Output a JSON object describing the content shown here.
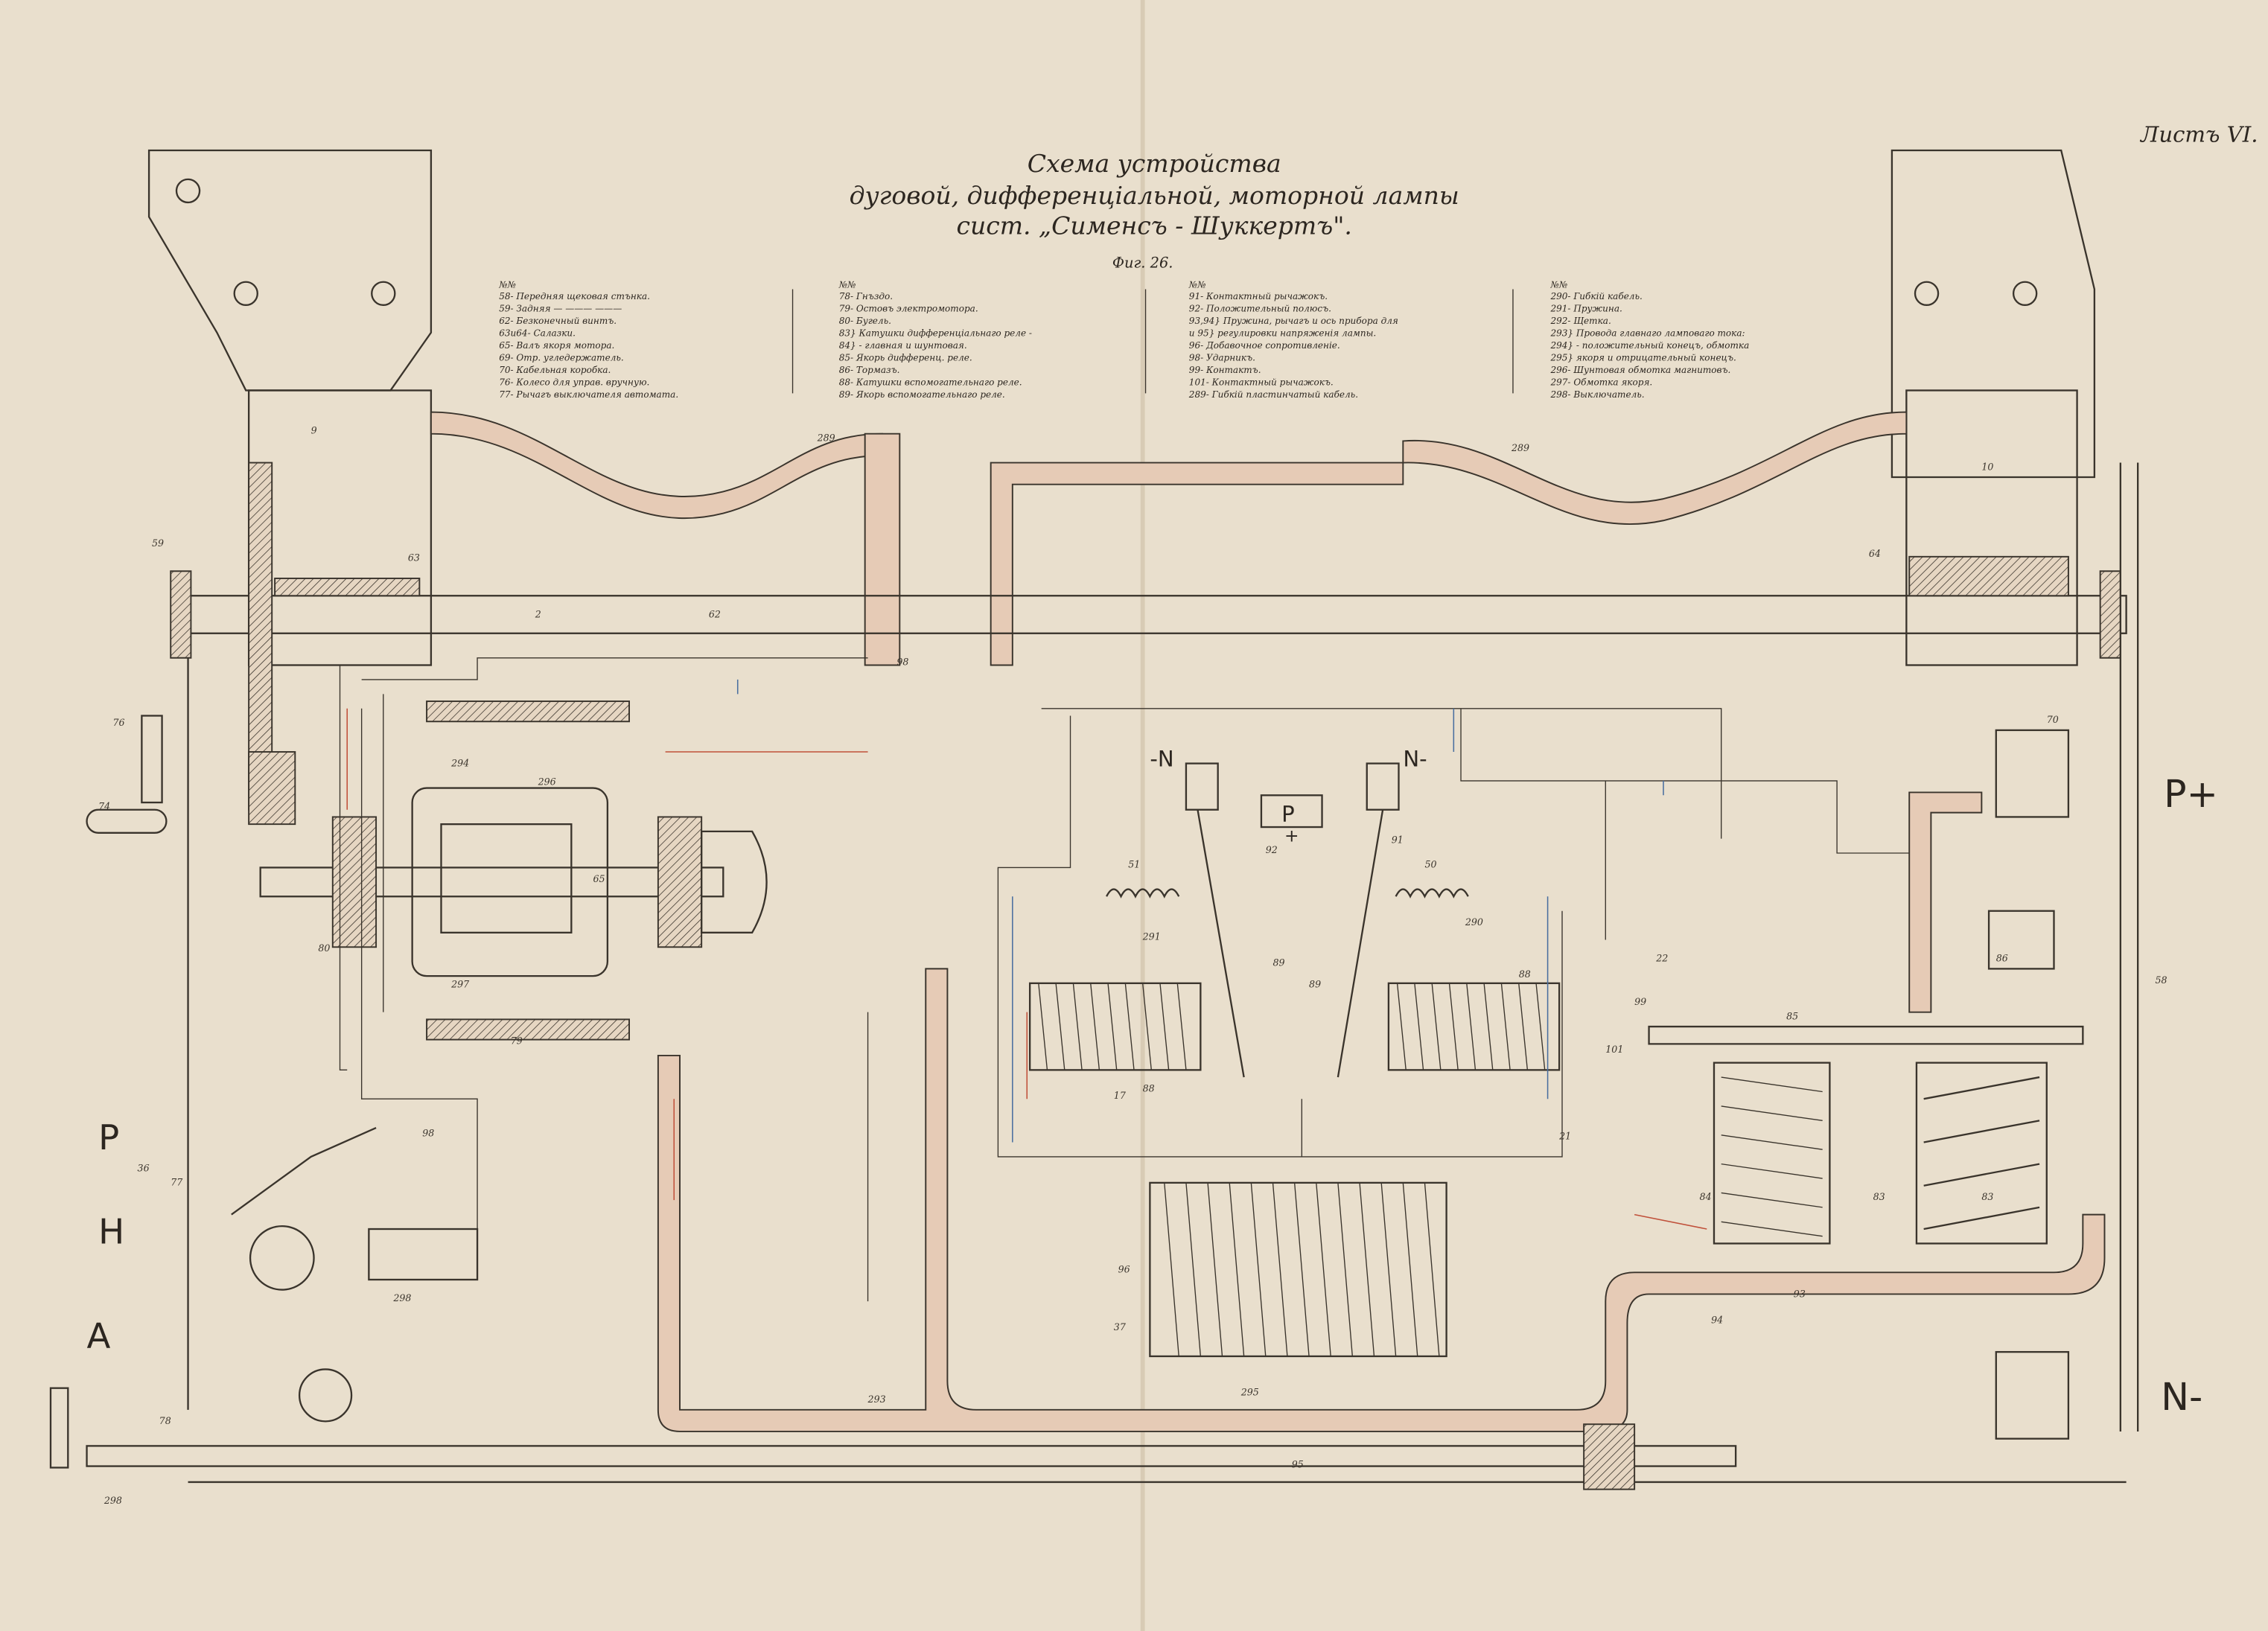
{
  "sheet_label": "Листъ VI.",
  "title": {
    "line1": "Схема устройства",
    "line2": "дуговой, дифференціальной, моторной лампы",
    "line3": "сист. „Сименсъ - Шуккертъ\".",
    "figure": "Фиг. 26."
  },
  "legend": {
    "header": "№№",
    "columns": [
      [
        "58- Передняя щековая стънка.",
        "59- Задняя — ——— ———",
        "62- Безконечный винтъ.",
        "63и64- Салазки.",
        "65- Валъ якоря мотора.",
        "69- Отр. угледержатель.",
        "70- Кабельная коробка.",
        "76- Колесо для управ. вручную.",
        "77- Рычагъ выключателя автомата."
      ],
      [
        "78- Гнъздо.",
        "79- Остовъ электромотора.",
        "80- Бугель.",
        "83} Катушки дифференціальнаго реле -",
        "84}  - главная и шунтовая.",
        "85- Якорь дифференц. реле.",
        "86- Тормазъ.",
        "88- Катушки вспомогательнаго реле.",
        "89- Якорь вспомогательнаго реле."
      ],
      [
        "91- Контактный рычажокъ.",
        "92- Положительный полюсъ.",
        "93,94} Пружина, рычагъ и ось прибора для",
        "и 95}  регулировки напряженія лампы.",
        "96- Добавочное сопротивленіе.",
        "98- Ударникъ.",
        "99- Контактъ.",
        "101- Контактный рычажокъ.",
        "289- Гибкій пластинчатый кабель."
      ],
      [
        "290- Гибкій кабель.",
        "291- Пружина.",
        "292- Щетка.",
        "293} Провода главнаго ламповаго тока:",
        "294} - положительный конецъ, обмотка",
        "295} якоря и отрицательный конецъ.",
        "296- Шунтовая обмотка магнитовъ.",
        "297- Обмотка якоря.",
        "298- Выключатель."
      ]
    ]
  },
  "terminals": {
    "p_plus": "P+",
    "n_minus": "N-",
    "neg_n_left": "-N",
    "n_minus_center": "N-",
    "p_center": "P",
    "plus_sign": "+"
  },
  "switch_positions": [
    "P",
    "H",
    "A"
  ],
  "part_numbers": {
    "n9": "9",
    "n10": "10",
    "n289a": "289",
    "n289b": "289",
    "n62": "62",
    "n2": "2",
    "n59": "59",
    "n63": "63",
    "n64": "64",
    "n76": "76",
    "n74": "74",
    "n70": "70",
    "n58": "58",
    "n86": "86",
    "n85": "85",
    "n83a": "83",
    "n83b": "83",
    "n84": "84",
    "n96": "96",
    "n37": "37",
    "n295": "295",
    "n293": "293",
    "n95": "95",
    "n98a": "98",
    "n98b": "98",
    "n294": "294",
    "n296": "296",
    "n297": "297",
    "n79": "79",
    "n80": "80",
    "n65": "65",
    "n91": "91",
    "n92": "92",
    "n51": "51",
    "n50": "50",
    "n290": "290",
    "n291": "291",
    "n88a": "88",
    "n88b": "88",
    "n89a": "89",
    "n89b": "89",
    "n17": "17",
    "n99": "99",
    "n101": "101",
    "n22": "22",
    "n21": "21",
    "n93": "93",
    "n94": "94",
    "n36": "36",
    "n78": "78",
    "n298a": "298",
    "n298b": "298",
    "n77": "77"
  },
  "colors": {
    "paper": "#e9dfcd",
    "ink": "#3a342c",
    "red_ink": "#c0503a",
    "blue_ink": "#4a6fa0",
    "cable": "#e6cbb6"
  }
}
